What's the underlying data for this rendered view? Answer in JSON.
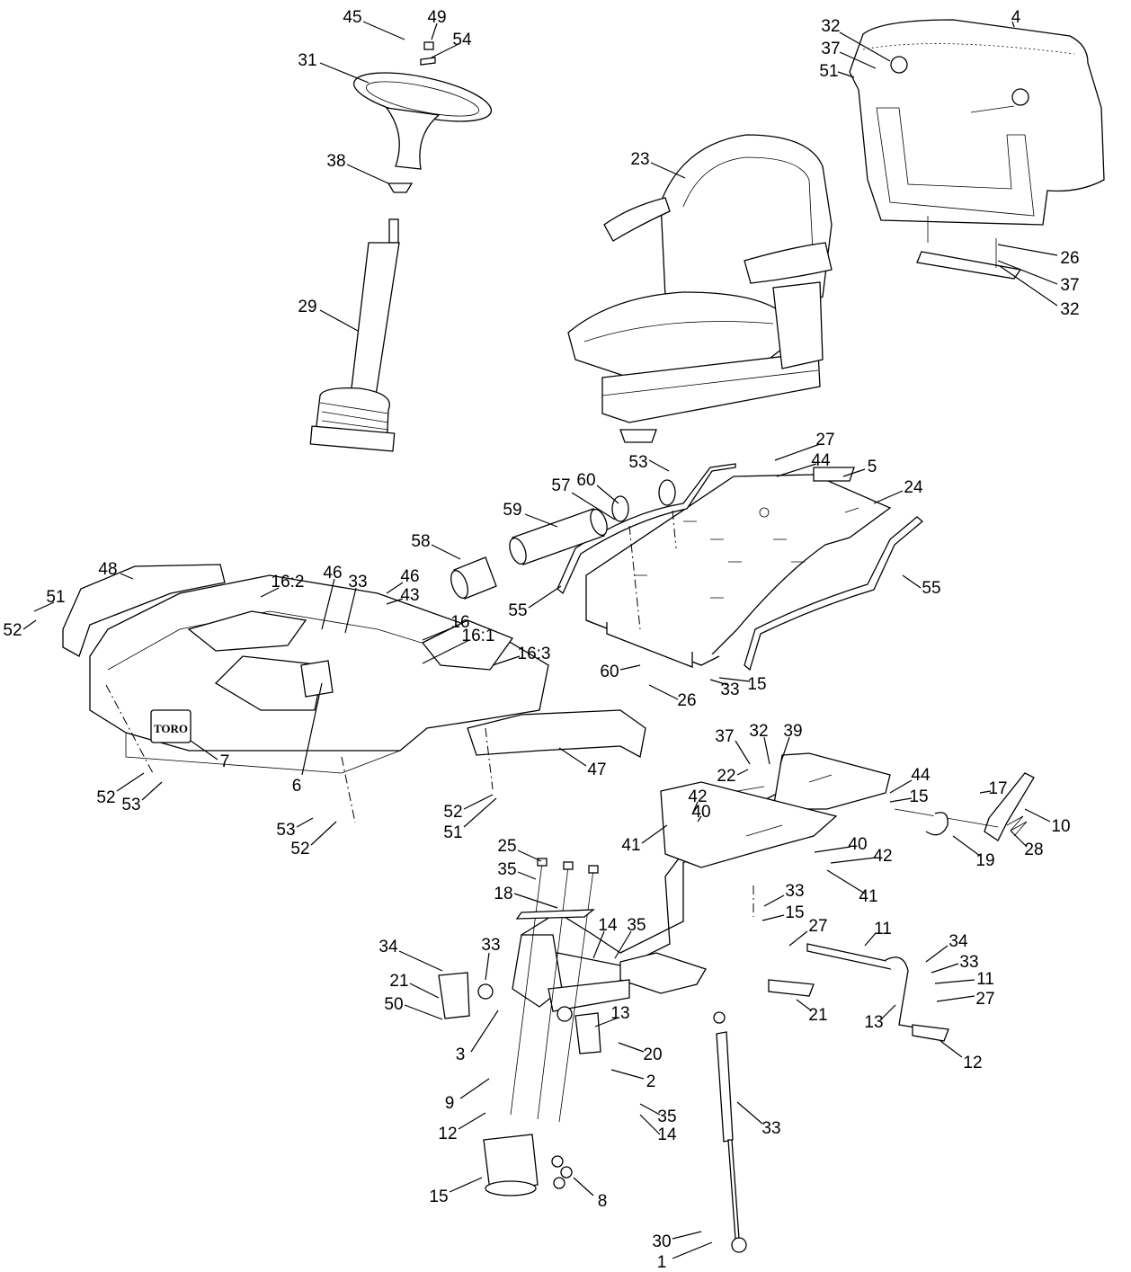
{
  "callouts": [
    "45",
    "49",
    "54",
    "31",
    "38",
    "29",
    "23",
    "32",
    "37",
    "51",
    "4",
    "26",
    "37",
    "32",
    "53",
    "27",
    "44",
    "5",
    "24",
    "60",
    "57",
    "59",
    "58",
    "55",
    "55",
    "60",
    "26",
    "33",
    "15",
    "48",
    "51",
    "52",
    "16:2",
    "46",
    "33",
    "46",
    "43",
    "16",
    "16:1",
    "16:3",
    "7",
    "6",
    "52",
    "53",
    "53",
    "52",
    "52",
    "51",
    "47",
    "37",
    "32",
    "39",
    "22",
    "42",
    "40",
    "41",
    "44",
    "15",
    "17",
    "10",
    "19",
    "28",
    "40",
    "42",
    "41",
    "25",
    "35",
    "18",
    "14",
    "35",
    "33",
    "15",
    "27",
    "11",
    "34",
    "33",
    "11",
    "27",
    "34",
    "33",
    "21",
    "50",
    "3",
    "13",
    "20",
    "2",
    "21",
    "13",
    "12",
    "9",
    "12",
    "35",
    "14",
    "33",
    "15",
    "8",
    "30",
    "1",
    "14",
    "35"
  ],
  "logo_text": "TORO"
}
